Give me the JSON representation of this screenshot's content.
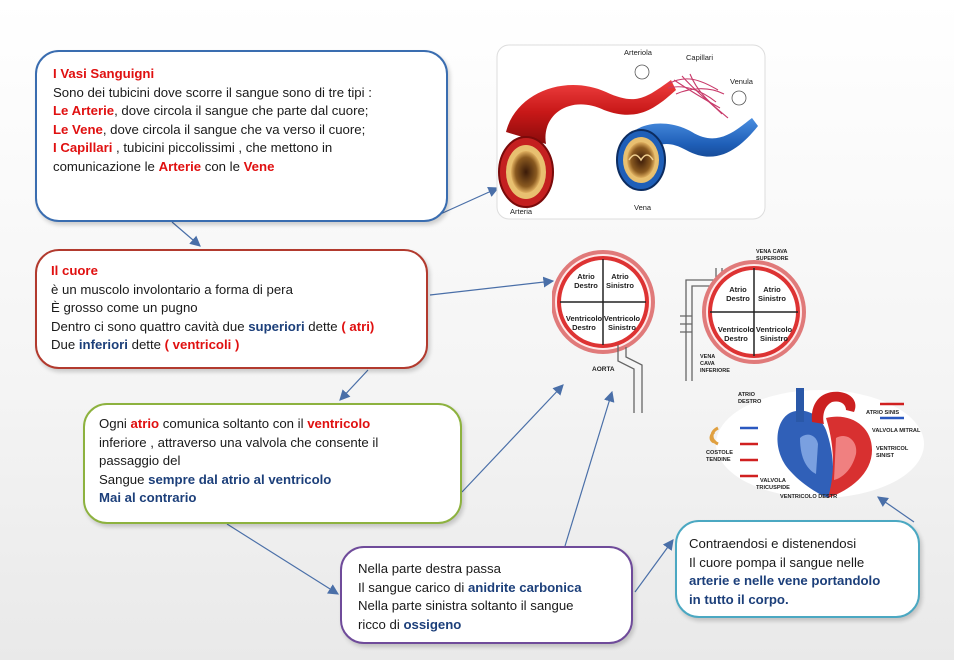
{
  "box1": {
    "title": "I Vasi Sanguigni",
    "line1": "Sono dei tubicini dove scorre il sangue sono di tre tipi :",
    "l2_term": "Le Arterie",
    "l2_rest": ", dove circola il sangue che parte dal cuore;",
    "l3_term": "Le Vene",
    "l3_rest": ", dove circola il sangue che va verso il cuore;",
    "l4_term": "I Capillari",
    "l4_rest": " , tubicini piccolissimi , che mettono  in",
    "l5_a": "comunicazione  le ",
    "l5_term1": "Arterie",
    "l5_b": " con le ",
    "l5_term2": "Vene"
  },
  "box2": {
    "title": "Il cuore",
    "line1": "è un muscolo involontario a forma di pera",
    "line2": "È grosso come un pugno",
    "l3_a": "Dentro  ci sono quattro cavità due ",
    "l3_blue": "superiori",
    "l3_b": " dette ",
    "l3_red": "( atri)",
    "l4_a": "Due ",
    "l4_blue": "inferiori",
    "l4_b": " dette ",
    "l4_red": "( ventricoli )"
  },
  "box3": {
    "l1_a": "Ogni ",
    "l1_red1": "atrio",
    "l1_b": " comunica soltanto con il ",
    "l1_red2": "ventricolo",
    "line2": "inferiore , attraverso una valvola che consente il",
    "line3": "passaggio del",
    "l4_a": "Sangue ",
    "l4_blue": "sempre dal atrio al ventricolo",
    "line5": "Mai al contrario"
  },
  "box4": {
    "line1": "Nella parte destra passa",
    "l2_a": "Il sangue carico di ",
    "l2_blue": "anidrite carbonica",
    "line3": "Nella parte sinistra soltanto il sangue",
    "l4_a": "ricco di ",
    "l4_blue": "ossigeno"
  },
  "box5": {
    "line1": "Contraendosi e distenendosi",
    "line2": "Il cuore pompa il sangue nelle",
    "line3": "arterie e nelle vene portandolo",
    "line4": "in tutto il corpo."
  },
  "vessels": {
    "arteriola": "Arteriola",
    "capillari": "Capillari",
    "venula": "Venula",
    "arteria": "Arteria",
    "vena": "Vena"
  },
  "heart1": {
    "atrio_destro": [
      "Atrio",
      "Destro"
    ],
    "atrio_sinistro": [
      "Atrio",
      "Sinistro"
    ],
    "ventricolo_destro": [
      "Ventricolo",
      "Destro"
    ],
    "ventricolo_sinistro": [
      "Ventricolo",
      "Sinistro"
    ],
    "aorta": "AORTA"
  },
  "heart2": {
    "vena_cava_superiore": [
      "VENA CAVA",
      "SUPERIORE"
    ],
    "vena_cava_inferiore": [
      "VENA",
      "CAVA",
      "INFERIORE"
    ],
    "atrio_destro": [
      "Atrio",
      "Destro"
    ],
    "atrio_sinistro": [
      "Atrio",
      "Sinistro"
    ],
    "ventricolo_destro": [
      "Ventricolo",
      "Destro"
    ],
    "ventricolo_sinistro": [
      "Ventricolo",
      "Sinistro"
    ]
  },
  "heart3": {
    "atrio_destro": [
      "ATRIO",
      "DESTRO"
    ],
    "atrio_sinistro": "ATRIO SINIS",
    "valvola_mitrale": "VALVOLA MITRAL",
    "ventricolo_sinistro": [
      "VENTRICOL",
      "SINIST"
    ],
    "costole": [
      "COSTOLE",
      "TENDINE"
    ],
    "valvola_tricuspide": [
      "VALVOLA",
      "TRICUSPIDE"
    ],
    "ventricolo_destro": "VENTRICOLO DESTR"
  },
  "colors": {
    "box1_border": "#3a6db0",
    "box2_border": "#b23a2e",
    "box3_border": "#8db23f",
    "box4_border": "#6f4b9a",
    "box5_border": "#4ba8c2",
    "term_red": "#e01010",
    "term_blue": "#1c3f7a",
    "arrow": "#4a6fa8"
  }
}
